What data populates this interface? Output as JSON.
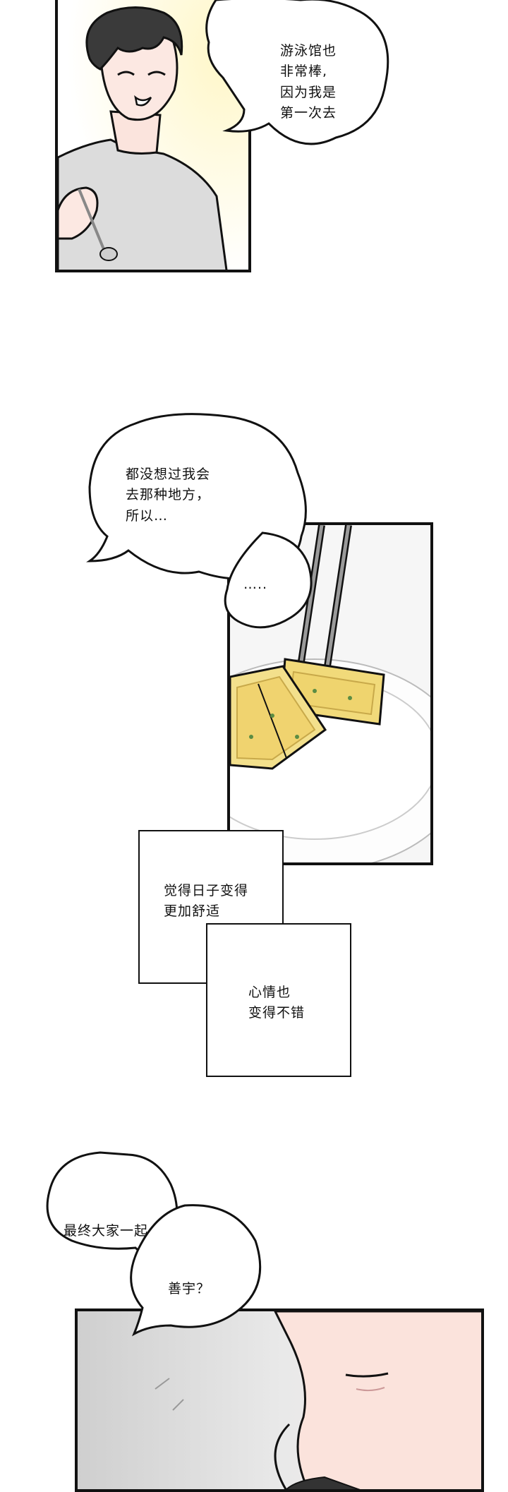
{
  "bubbles": {
    "b1": [
      "游泳馆也",
      "非常棒,",
      "因为我是",
      "第一次去"
    ],
    "b2": [
      "都没想过我会",
      "去那种地方，",
      "所以…"
    ],
    "b3": "…..",
    "b4": "最终大家一起",
    "b5": "善宇？"
  },
  "captions": {
    "c1": [
      "觉得日子变得",
      "更加舒适"
    ],
    "c2": [
      "心情也",
      "变得不错"
    ]
  }
}
